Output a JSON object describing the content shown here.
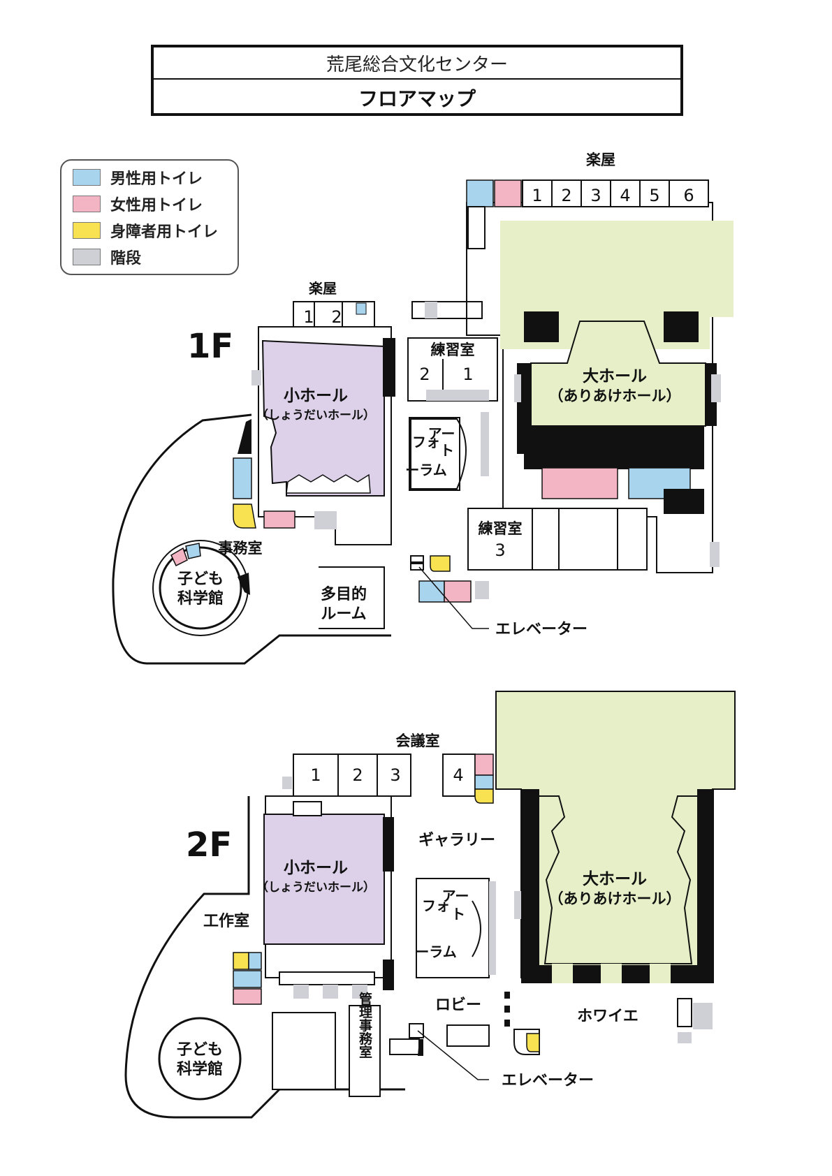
{
  "header": {
    "facility_name": "荒尾総合文化センター",
    "map_title": "フロアマップ"
  },
  "legend": {
    "items": [
      {
        "label": "男性用トイレ",
        "color": "#a8d4ee"
      },
      {
        "label": "女性用トイレ",
        "color": "#f3b4c3"
      },
      {
        "label": "身障者用トイレ",
        "color": "#f8e252"
      },
      {
        "label": "階段",
        "color": "#cfcfd6"
      }
    ]
  },
  "colors": {
    "large_hall": "#e6efc7",
    "small_hall": "#dcd1e8",
    "wall": "#111111",
    "stairs": "#cfcfd6"
  },
  "floor1": {
    "label": "1F",
    "dressing_room_label": "楽屋",
    "dressing_rooms_top": [
      "1",
      "2",
      "3",
      "4",
      "5",
      "6"
    ],
    "dressing_room_small_label": "楽屋",
    "dressing_rooms_small": [
      "1",
      "2"
    ],
    "practice_room_label": "練習室",
    "practice_rooms": [
      "2",
      "1"
    ],
    "practice_room3_label": "練習室",
    "practice_room3_number": "3",
    "large_hall_name": "大ホール",
    "large_hall_sub": "（ありあけホール）",
    "small_hall_name": "小ホール",
    "small_hall_sub": "（しょうだいホール）",
    "art_forum_line1": "アー",
    "art_forum_line2": "ト",
    "art_forum_line3": "フォ",
    "art_forum_line4": "ーラム",
    "office_label": "事務室",
    "kids_line1": "子ども",
    "kids_line2": "科学館",
    "multipurpose_line1": "多目的",
    "multipurpose_line2": "ルーム",
    "elevator_label": "エレベーター"
  },
  "floor2": {
    "label": "2F",
    "meeting_room_label": "会議室",
    "meeting_rooms": [
      "1",
      "2",
      "3",
      "4"
    ],
    "gallery_label": "ギャラリー",
    "large_hall_name": "大ホール",
    "large_hall_sub": "（ありあけホール）",
    "small_hall_name": "小ホール",
    "small_hall_sub": "（しょうだいホール）",
    "art_forum_line1": "アー",
    "art_forum_line2": "ト",
    "art_forum_line3": "フォ",
    "art_forum_line4": "ーラム",
    "workshop_label": "工作室",
    "lobby_label": "ロビー",
    "foyer_label": "ホワイエ",
    "admin_office_label": "管理事務室",
    "kids_line1": "子ども",
    "kids_line2": "科学館",
    "elevator_label": "エレベーター"
  }
}
